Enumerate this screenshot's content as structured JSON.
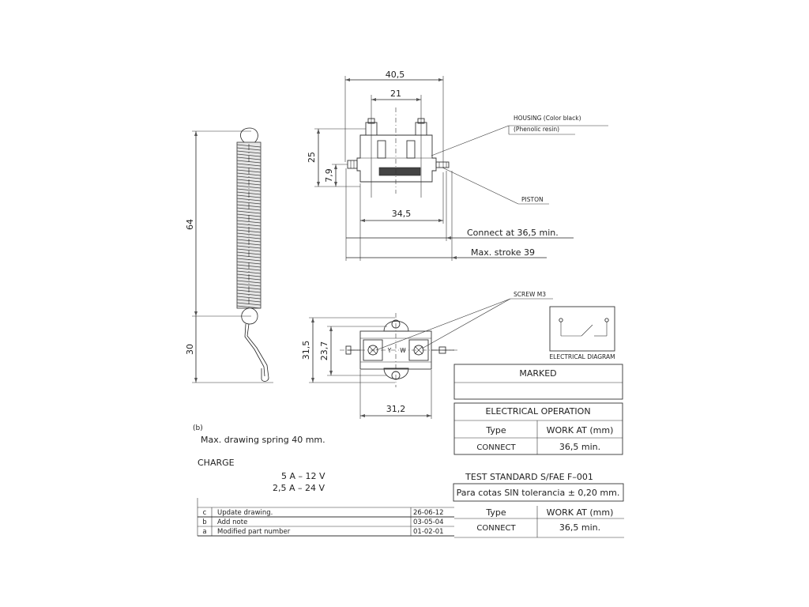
{
  "dimensions": {
    "d_40_5": "40,5",
    "d_21": "21",
    "d_25": "25",
    "d_7_9": "7,9",
    "d_34_5": "34,5",
    "d_64": "64",
    "d_30": "30",
    "d_31_5": "31,5",
    "d_23_7": "23,7",
    "d_31_2": "31,2"
  },
  "callouts": {
    "housing_line1": "HOUSING (Color black)",
    "housing_line2": "(Phenolic resin)",
    "piston": "PISTON",
    "connect": "Connect at 36,5 min.",
    "max_stroke": "Max. stroke 39",
    "screw": "SCREW M3",
    "electrical_diagram": "ELECTRICAL DIAGRAM",
    "terminal_y": "Y",
    "terminal_w": "W"
  },
  "notes": {
    "figure_ref": "(b)",
    "spring": "Max. drawing spring 40 mm.",
    "charge_title": "CHARGE",
    "charge_1": "5 A  –  12 V",
    "charge_2": "2,5 A  –  24 V"
  },
  "marked_table": {
    "header": "MARKED"
  },
  "operation_table": {
    "header": "ELECTRICAL  OPERATION",
    "col_type": "Type",
    "col_work": "WORK AT (mm)",
    "row_type": "CONNECT",
    "row_value": "36,5  min."
  },
  "test_standard": {
    "title": "TEST STANDARD S/FAE F–001",
    "tolerance": "Para cotas SIN tolerancia ± 0,20  mm."
  },
  "lower_operation": {
    "col_type": "Type",
    "col_work": "WORK AT (mm)",
    "row_type": "CONNECT",
    "row_value": "36,5  min."
  },
  "revisions": [
    {
      "rev": "c",
      "desc": "Update drawing.",
      "date": "26-06-12"
    },
    {
      "rev": "b",
      "desc": "Add note",
      "date": "03-05-04"
    },
    {
      "rev": "a",
      "desc": "Modified part number",
      "date": "01-02-01"
    }
  ]
}
